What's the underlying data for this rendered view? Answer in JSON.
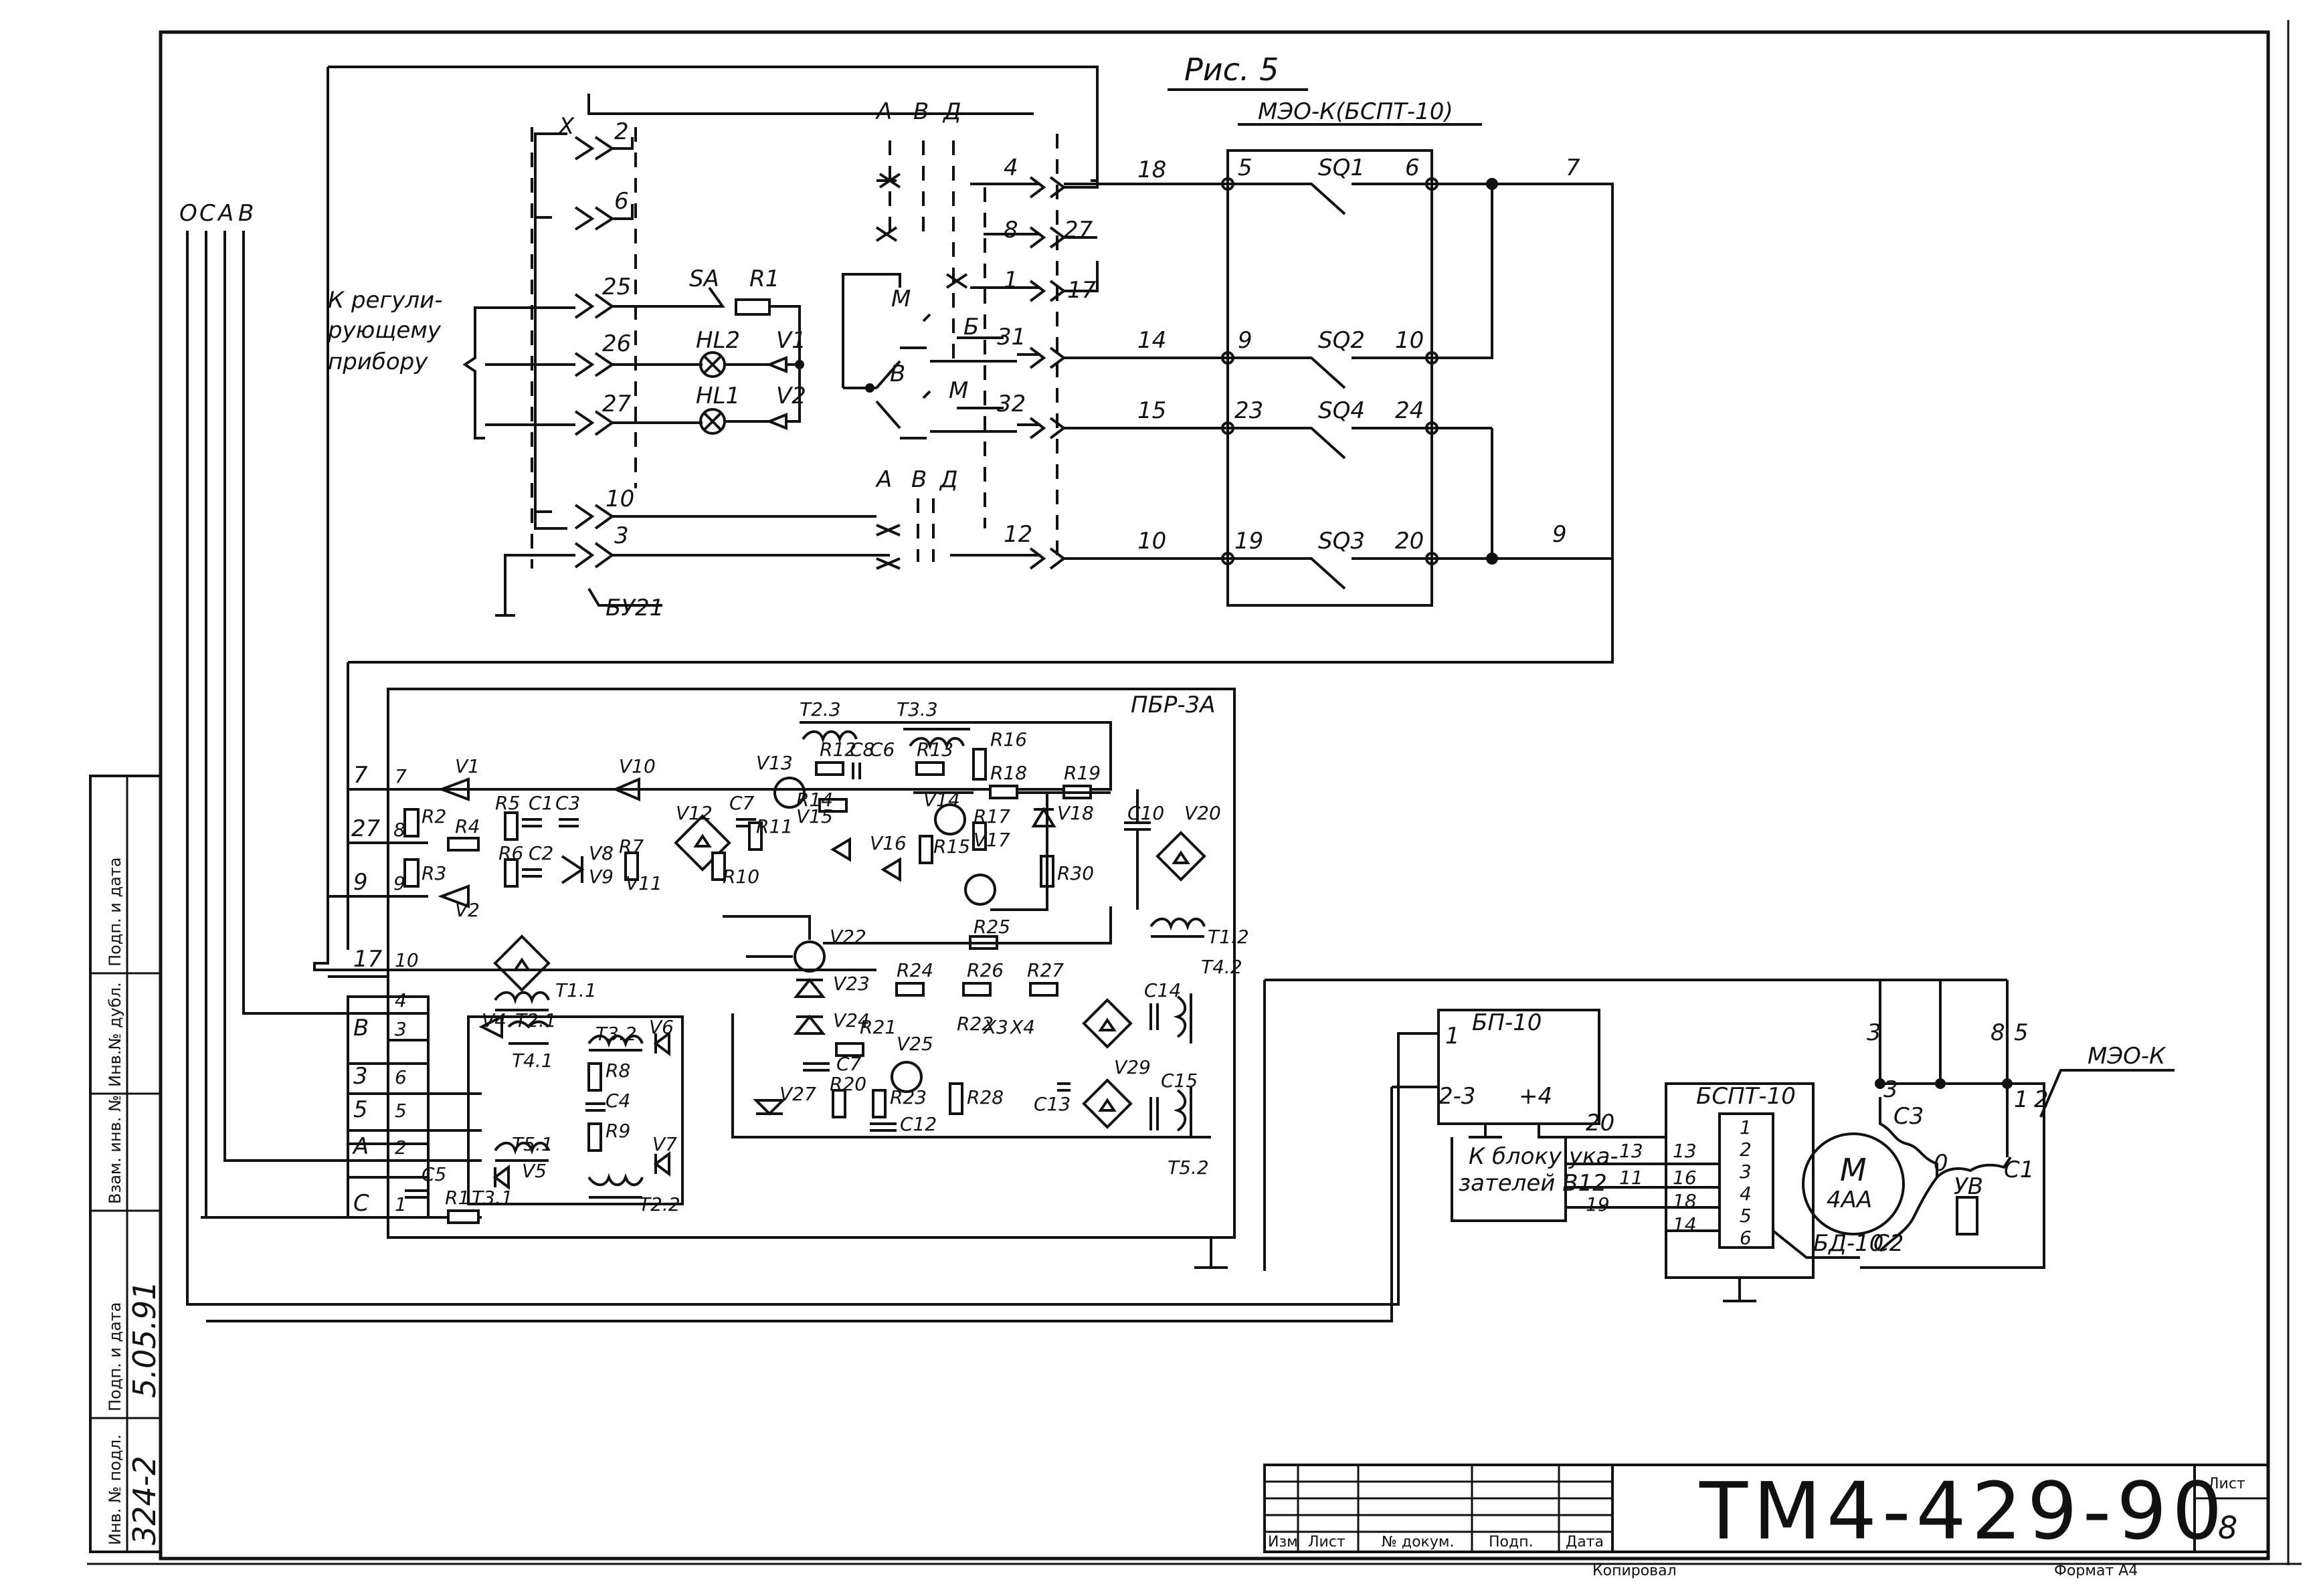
{
  "figure": {
    "title": "Рис. 5",
    "subtitle": "МЭО-К(БСПТ-10)"
  },
  "upper": {
    "bus_labels": [
      "О",
      "С",
      "А",
      "В"
    ],
    "regulator_label": [
      "К регули-",
      "рующему",
      "прибору"
    ],
    "connector_pins": [
      "2",
      "6",
      "25",
      "26",
      "27",
      "10",
      "3"
    ],
    "connector_name": "БУ21",
    "panel_components": [
      "SA",
      "R1",
      "HL2",
      "HL1",
      "V1",
      "V2"
    ],
    "switch_labels": [
      "А",
      "В",
      "Д",
      "М",
      "Б",
      "В",
      "М"
    ],
    "switch_labels_bottom": [
      "А",
      "В",
      "Д"
    ],
    "right_pins": [
      "4",
      "8",
      "1",
      "31",
      "32",
      "12"
    ],
    "right_pin_extras": [
      "27",
      "17"
    ],
    "wire_numbers": [
      "18",
      "14",
      "15",
      "10"
    ],
    "limit_switches": [
      {
        "name": "SQ1",
        "left": "5",
        "right": "6"
      },
      {
        "name": "SQ2",
        "left": "9",
        "right": "10"
      },
      {
        "name": "SQ4",
        "left": "23",
        "right": "24"
      },
      {
        "name": "SQ3",
        "left": "19",
        "right": "20"
      }
    ],
    "out_labels": [
      "7",
      "9"
    ]
  },
  "pbr": {
    "name": "ПБР-3А",
    "input_terminals": [
      "7",
      "27",
      "9",
      "17",
      "В",
      "3",
      "5",
      "А",
      "С"
    ],
    "terminal_numbers": [
      "7",
      "8",
      "9",
      "10",
      "4",
      "3",
      "6",
      "5",
      "2",
      "1"
    ],
    "components": [
      "V1",
      "V2",
      "V10",
      "R2",
      "R3",
      "R4",
      "R5",
      "R6",
      "C1",
      "C2",
      "C3",
      "V8",
      "V9",
      "R7",
      "V11",
      "V12",
      "C7",
      "R10",
      "R11",
      "T2.3",
      "T3.3",
      "R12",
      "C8",
      "R13",
      "C6",
      "V13",
      "R14",
      "V15",
      "V14",
      "V16",
      "R15",
      "R16",
      "R18",
      "R19",
      "R17",
      "V17",
      "V18",
      "R30",
      "C10",
      "V20",
      "T1.2",
      "V22",
      "R25",
      "V23",
      "R24",
      "R26",
      "R27",
      "C14",
      "V24",
      "R21",
      "R22",
      "X3",
      "X4",
      "V25",
      "T4.2",
      "C7",
      "V27",
      "R20",
      "R23",
      "C12",
      "R28",
      "C13",
      "V29",
      "C15",
      "T5.2",
      "T1.1",
      "V4",
      "T2.1",
      "T4.1",
      "T3.2",
      "V6",
      "R8",
      "C4",
      "R9",
      "T5.1",
      "V5",
      "V7",
      "T2.2",
      "C5",
      "R1",
      "T3.1"
    ]
  },
  "lower_right": {
    "bp": {
      "name": "БП-10",
      "pins": [
        "1",
        "2-3",
        "+4"
      ],
      "wire": "20"
    },
    "bsp": {
      "name": "БСПТ-10",
      "pins": [
        "1",
        "2",
        "3",
        "4",
        "5",
        "6"
      ],
      "inputs": [
        "13",
        "16",
        "18",
        "14"
      ],
      "wires": [
        "13",
        "11",
        "19"
      ]
    },
    "block_label": [
      "К блоку ука-",
      "зателей В12"
    ],
    "bd": "БД-10",
    "motor": {
      "name": "М",
      "model": "4АА"
    },
    "windings": [
      "С3",
      "С1",
      "С2",
      "0",
      "УВ"
    ],
    "meo": "МЭО-К",
    "terminals": [
      "3",
      "8",
      "5",
      "1",
      "2",
      "3"
    ]
  },
  "stamp": {
    "doc_number": "ТМ4-429-90",
    "sheet_label": "Лист",
    "sheet_number": "8",
    "row_labels": [
      "Изм",
      "Лист",
      "№ докум.",
      "Подп.",
      "Дата"
    ],
    "copied": "Копировал",
    "format": "Формат А4"
  },
  "side_stamp": {
    "fields": [
      "Взам. инв. №",
      "Инв.№ дубл.",
      "Подп. и дата",
      "Подп. и дата",
      "Инв. № подл."
    ],
    "signature": "5.05.91",
    "inv": "324-2"
  }
}
